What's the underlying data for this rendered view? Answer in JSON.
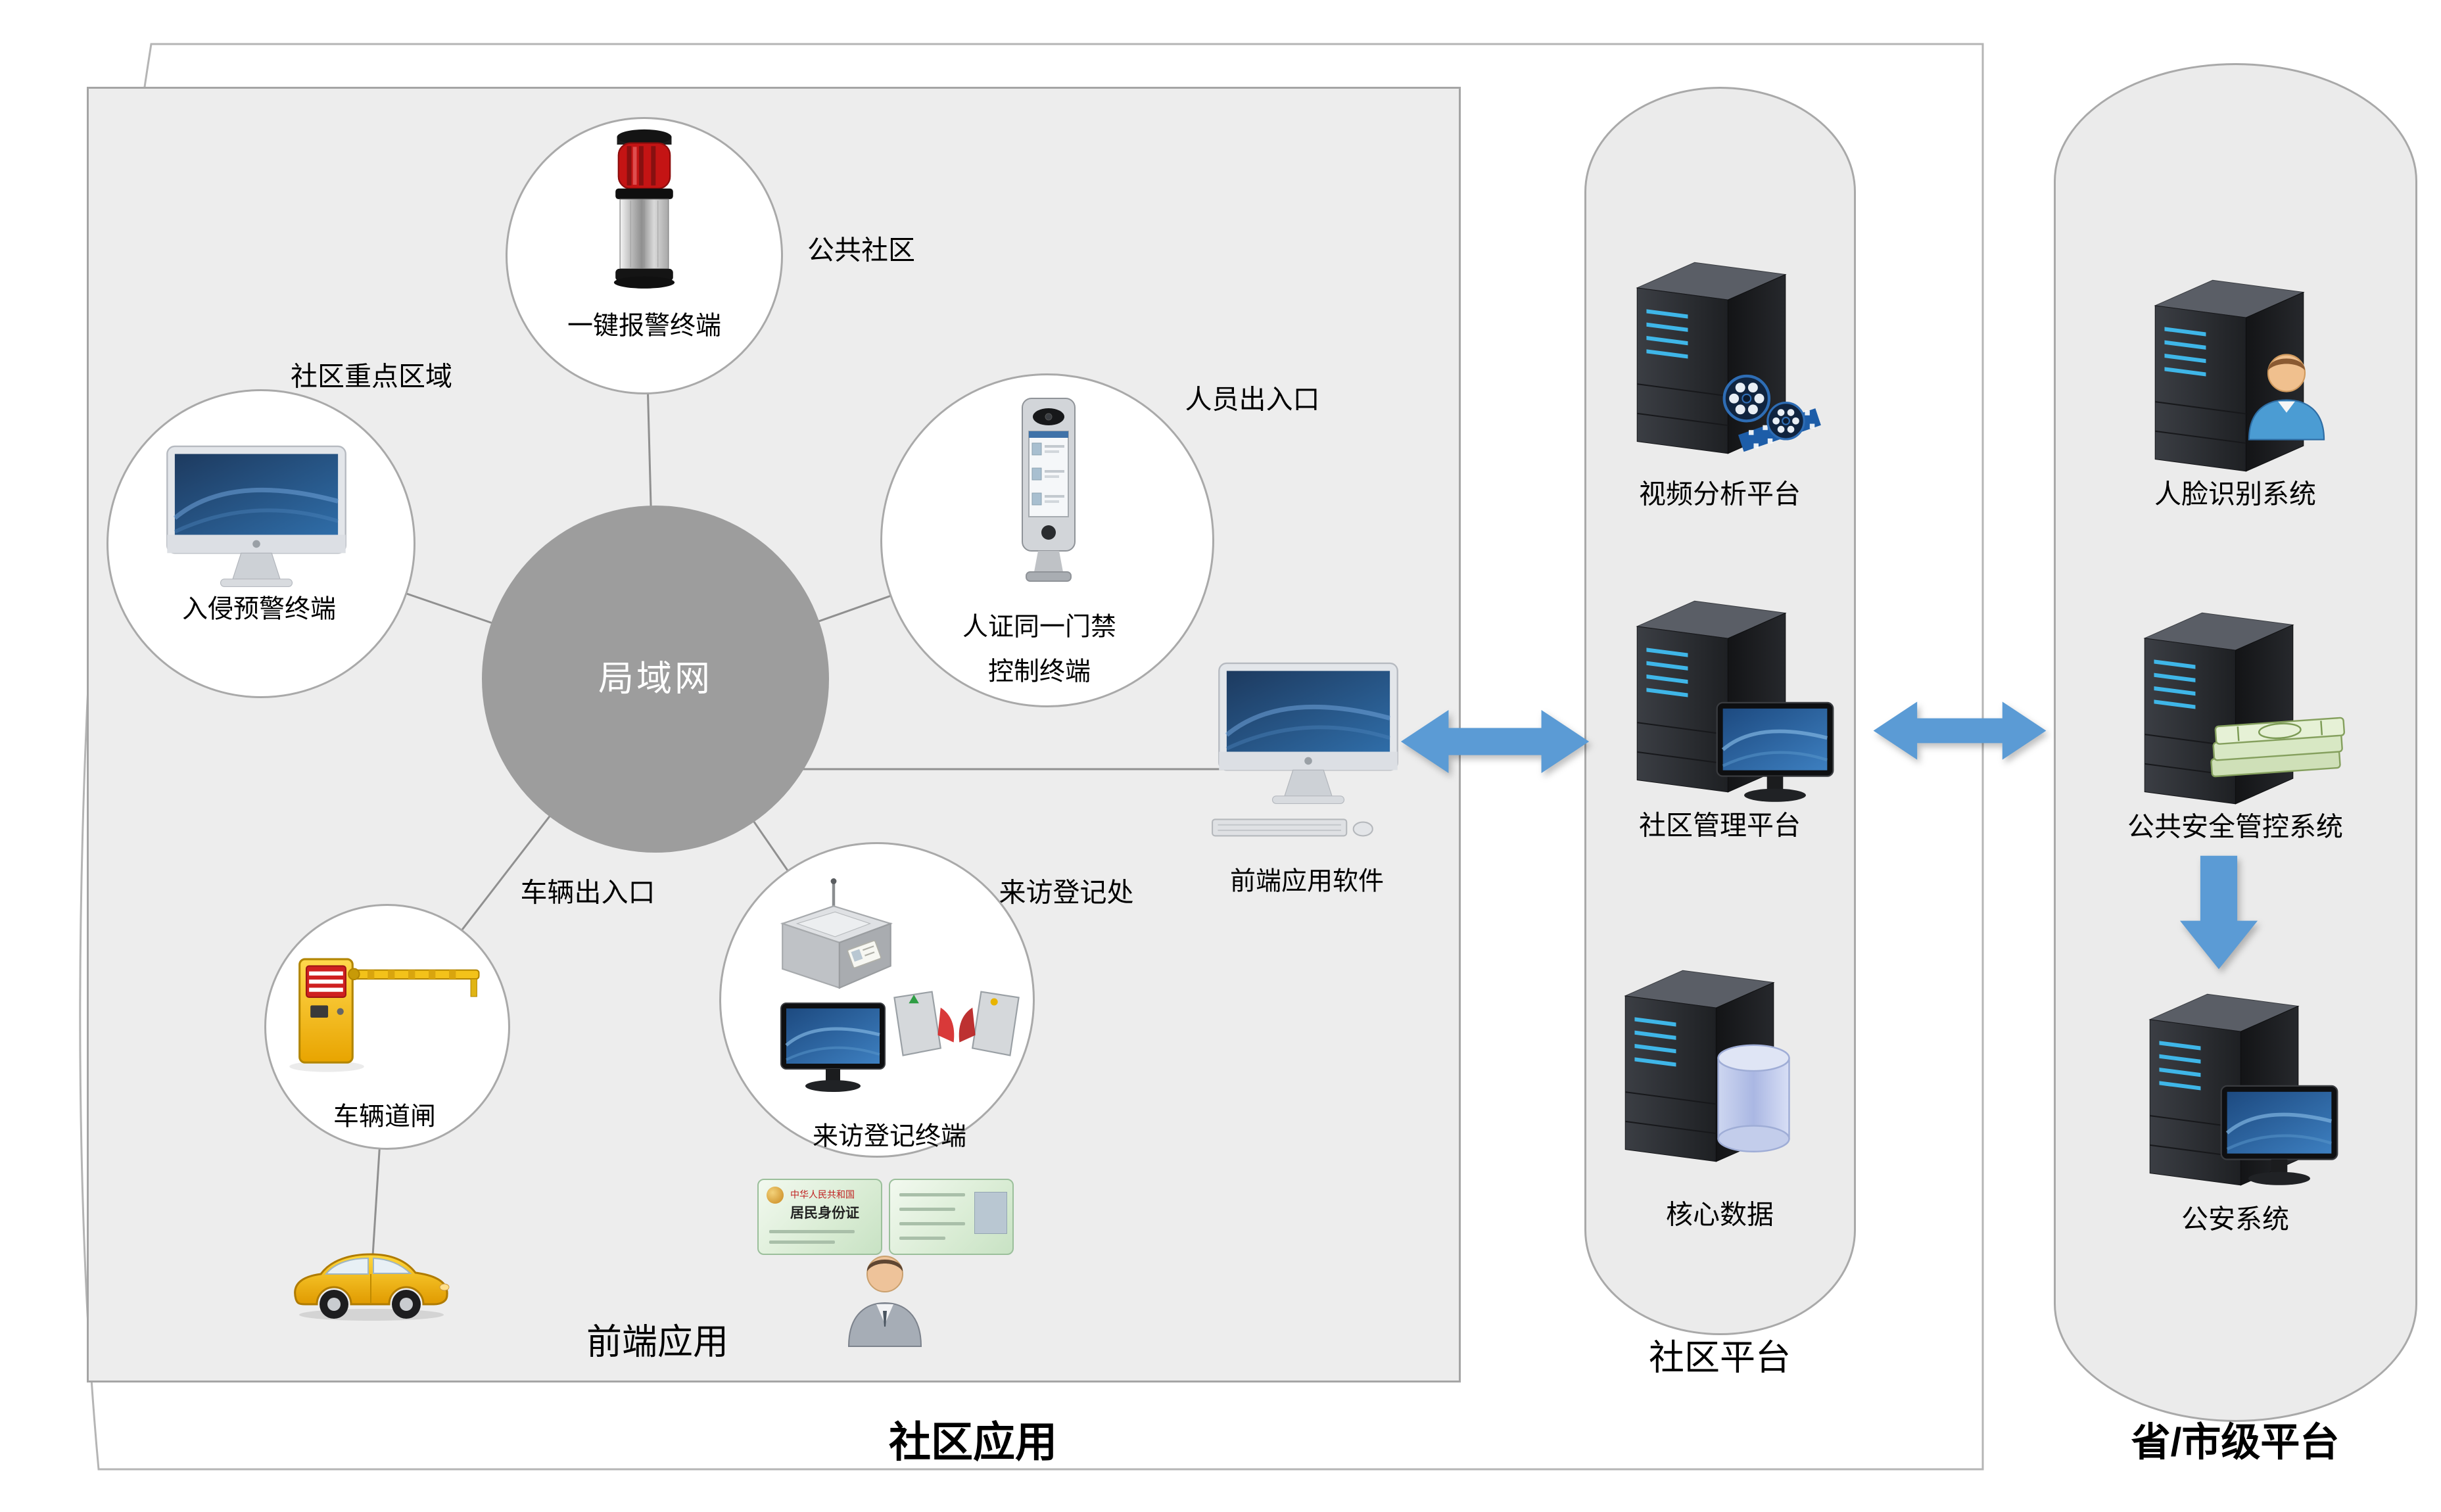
{
  "diagram": {
    "outer_title": "社区应用",
    "frontend_label": "前端应用",
    "hub_label": "局域网",
    "community_platform_title": "社区平台",
    "provincial_title": "省/市级平台"
  },
  "frontend_nodes": {
    "alarm": {
      "label": "一键报警终端",
      "zone": "公共社区"
    },
    "intrusion": {
      "label": "入侵预警终端",
      "zone": "社区重点区域"
    },
    "access": {
      "line1": "人证同一门禁",
      "line2": "控制终端",
      "zone": "人员出入口"
    },
    "vehicle": {
      "label": "车辆道闸",
      "zone": "车辆出入口"
    },
    "visitor": {
      "label": "来访登记终端",
      "zone": "来访登记处"
    },
    "software": {
      "label": "前端应用软件"
    }
  },
  "platform_nodes": [
    {
      "label": "视频分析平台"
    },
    {
      "label": "社区管理平台"
    },
    {
      "label": "核心数据"
    }
  ],
  "provincial_nodes": [
    {
      "label": "人脸识别系统"
    },
    {
      "label": "公共安全管控系统"
    },
    {
      "label": "公安系统"
    }
  ],
  "id_card": {
    "line1": "中华人民共和国",
    "line2": "居民身份证"
  },
  "colors": {
    "arrow_blue": "#5b9bd5",
    "hub_gray": "#9d9d9d",
    "panel_gray": "#ededed",
    "server_dark": "#2b2d32",
    "alarm_red": "#c41414",
    "barrier_yellow": "#f0b400"
  },
  "icons": [
    "alarm-beacon-icon",
    "imac-icon",
    "access-kiosk-icon",
    "barrier-gate-icon",
    "car-icon",
    "scanner-icon",
    "monitor-icon",
    "turnstile-icon",
    "id-card-icon",
    "visitor-person-icon",
    "server-icon",
    "film-reel-icon",
    "database-icon",
    "avatar-icon",
    "money-icon",
    "double-arrow-icon",
    "down-arrow-icon"
  ]
}
